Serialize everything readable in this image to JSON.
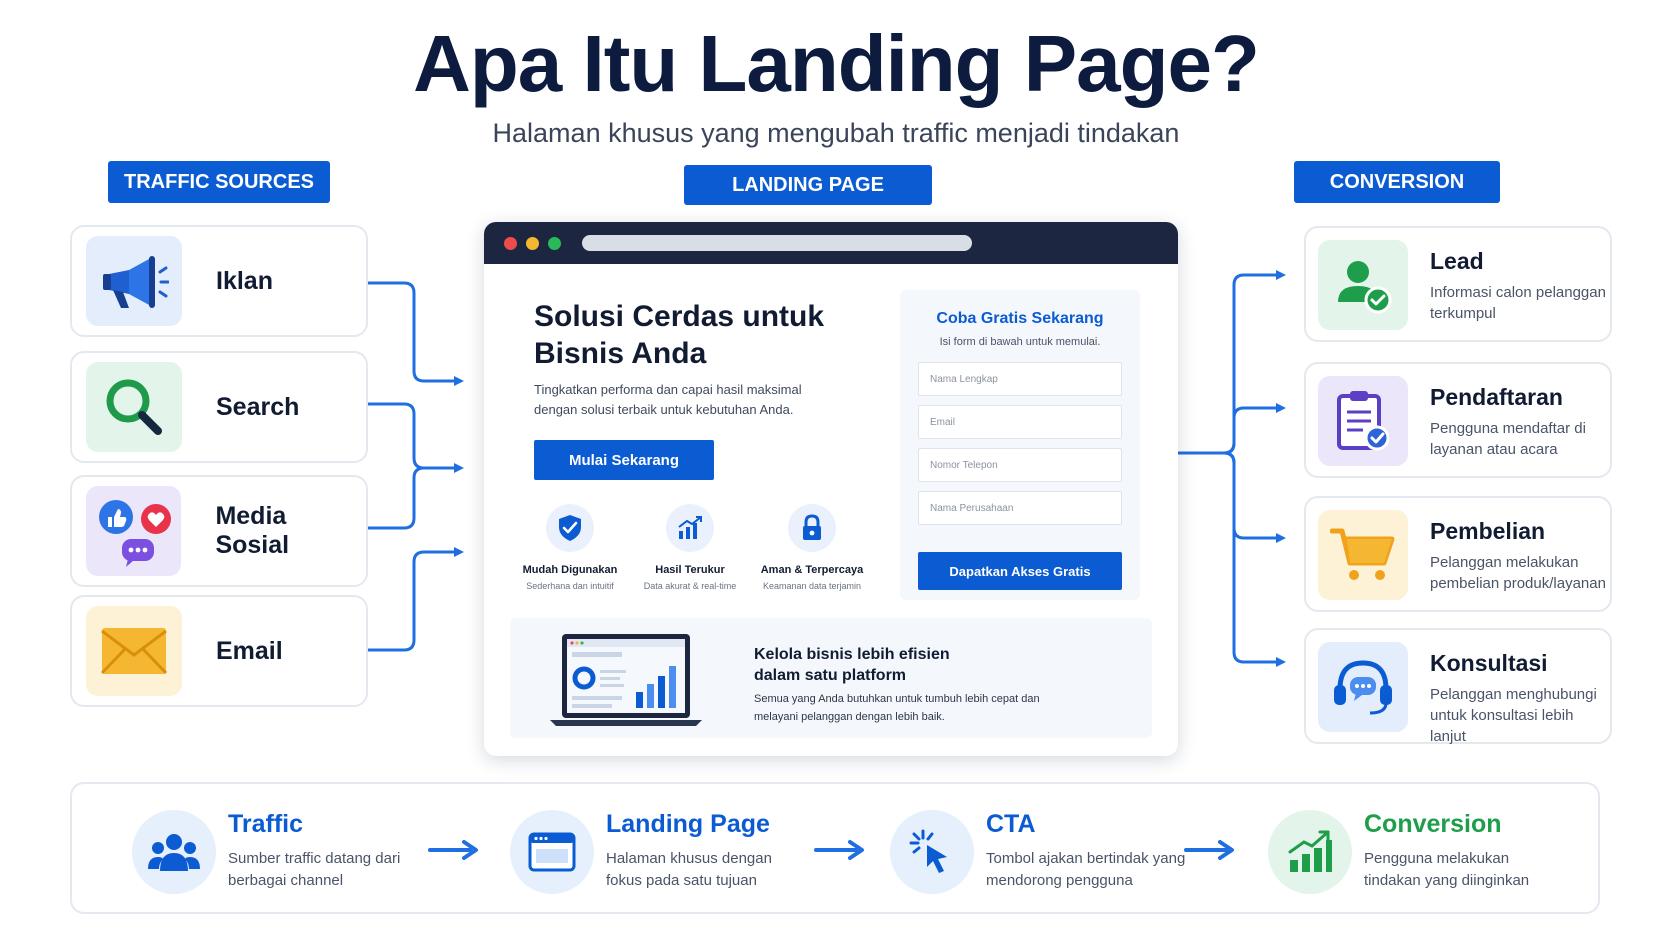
{
  "title": "Apa Itu Landing Page?",
  "subtitle": "Halaman khusus yang mengubah traffic menjadi tindakan",
  "sections": {
    "traffic_sources": "TRAFFIC SOURCES",
    "landing_page": "LANDING PAGE",
    "conversion": "CONVERSION"
  },
  "sources": [
    {
      "label": "Iklan",
      "icon": "megaphone-icon"
    },
    {
      "label": "Search",
      "icon": "search-icon"
    },
    {
      "label": "Media Sosial",
      "icon": "social-media-icon"
    },
    {
      "label": "Email",
      "icon": "envelope-icon"
    }
  ],
  "landing": {
    "hero_title": "Solusi Cerdas untuk Bisnis Anda",
    "hero_desc": "Tingkatkan performa dan capai hasil maksimal dengan solusi terbaik untuk kebutuhan Anda.",
    "cta_label": "Mulai Sekarang",
    "features": [
      {
        "title": "Mudah Digunakan",
        "sub": "Sederhana dan intuitif",
        "icon": "shield-check-icon"
      },
      {
        "title": "Hasil Terukur",
        "sub": "Data akurat & real-time",
        "icon": "chart-growth-icon"
      },
      {
        "title": "Aman & Terpercaya",
        "sub": "Keamanan data terjamin",
        "icon": "lock-icon"
      }
    ],
    "form": {
      "title": "Coba Gratis Sekarang",
      "subtitle": "Isi form di bawah untuk memulai.",
      "fields": [
        "Nama Lengkap",
        "Email",
        "Nomor Telepon",
        "Nama Perusahaan"
      ],
      "submit_label": "Dapatkan Akses Gratis"
    },
    "bottom": {
      "title": "Kelola bisnis lebih efisien dalam satu platform",
      "desc": "Semua yang Anda butuhkan untuk tumbuh lebih cepat dan melayani pelanggan dengan lebih baik."
    }
  },
  "conversions": [
    {
      "title": "Lead",
      "desc": "Informasi calon pelanggan terkumpul",
      "icon": "user-check-icon"
    },
    {
      "title": "Pendaftaran",
      "desc": "Pengguna mendaftar di layanan atau acara",
      "icon": "clipboard-check-icon"
    },
    {
      "title": "Pembelian",
      "desc": "Pelanggan melakukan pembelian produk/layanan",
      "icon": "cart-icon"
    },
    {
      "title": "Konsultasi",
      "desc": "Pelanggan menghubungi untuk konsultasi lebih lanjut",
      "icon": "headset-icon"
    }
  ],
  "flow": [
    {
      "title": "Traffic",
      "desc": "Sumber traffic datang dari berbagai channel",
      "icon": "users-icon",
      "color": "#0b5bd3"
    },
    {
      "title": "Landing Page",
      "desc": "Halaman khusus dengan fokus pada satu tujuan",
      "icon": "browser-icon",
      "color": "#0b5bd3"
    },
    {
      "title": "CTA",
      "desc": "Tombol ajakan bertindak yang mendorong pengguna",
      "icon": "cursor-click-icon",
      "color": "#0b5bd3"
    },
    {
      "title": "Conversion",
      "desc": "Pengguna melakukan tindakan yang diinginkan",
      "icon": "bar-chart-up-icon",
      "color": "#1e9e4a"
    }
  ],
  "colors": {
    "primary": "#0b5bd3",
    "dark": "#0d1b3e",
    "success": "#1e9e4a"
  }
}
